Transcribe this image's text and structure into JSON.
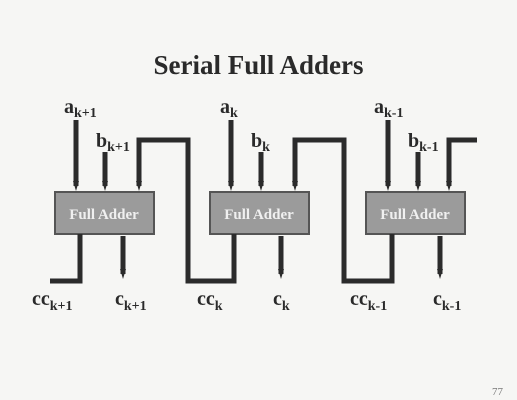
{
  "slide": {
    "title": "Serial Full Adders",
    "page_number": "77"
  },
  "adders": [
    {
      "label": "Full Adder",
      "a_base": "a",
      "a_sub": "k+1",
      "b_base": "b",
      "b_sub": "k+1",
      "c_base": "c",
      "c_sub": "k+1",
      "cc_base": "cc",
      "cc_sub": "k+1"
    },
    {
      "label": "Full Adder",
      "a_base": "a",
      "a_sub": "k",
      "b_base": "b",
      "b_sub": "k",
      "c_base": "c",
      "c_sub": "k",
      "cc_base": "cc",
      "cc_sub": "k"
    },
    {
      "label": "Full Adder",
      "a_base": "a",
      "a_sub": "k-1",
      "b_base": "b",
      "b_sub": "k-1",
      "c_base": "c",
      "c_sub": "k-1",
      "cc_base": "cc",
      "cc_sub": "k-1"
    }
  ],
  "colors": {
    "box_fill": "#9b9b9b",
    "box_stroke": "#555555",
    "label_text": "#f0f0f0",
    "wire": "#2b2b2b",
    "text": "#2a2a2a"
  }
}
